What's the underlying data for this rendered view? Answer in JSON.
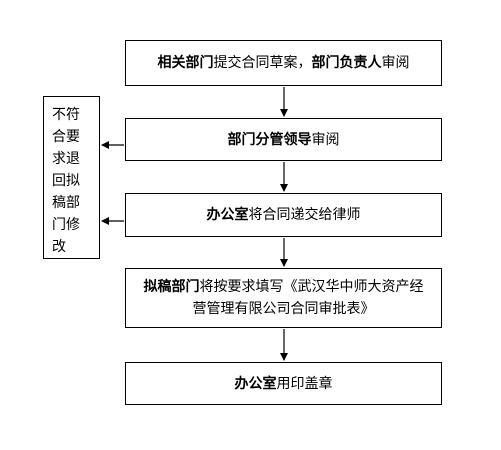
{
  "steps": [
    {
      "bold": "相关部门",
      "normal": "提交合同草案，",
      "bold2": "部门负责人",
      "normal2": "审阅"
    },
    {
      "bold": "部门分管领导",
      "normal": "审阅"
    },
    {
      "bold": "办公室",
      "normal": "将合同递交给律师"
    },
    {
      "bold": "拟稿部门",
      "normal": "将按要求填写《武汉华中师大资产经营管理有限公司合同审批表》"
    },
    {
      "bold": "办公室",
      "normal": "用印盖章"
    }
  ],
  "reject": {
    "text": "不符合要求退回拟稿部门修改"
  },
  "colors": {
    "line": "#000000",
    "background": "#ffffff"
  }
}
